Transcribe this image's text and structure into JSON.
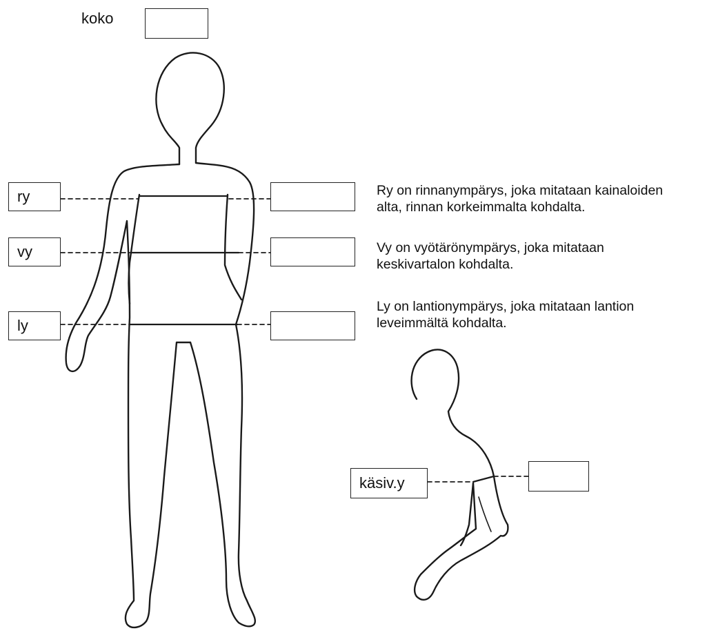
{
  "size_label": "koko",
  "measures": [
    {
      "id": "ry",
      "label": "ry"
    },
    {
      "id": "vy",
      "label": "vy"
    },
    {
      "id": "ly",
      "label": "ly"
    }
  ],
  "arm_measure": {
    "id": "kasivy",
    "label": "käsiv.y"
  },
  "descriptions": [
    {
      "line1": "Ry on rinnanympärys, joka mitataan kainaloiden",
      "line2": "alta, rinnan korkeimmalta kohdalta."
    },
    {
      "line1": "Vy on vyötärönympärys, joka mitataan",
      "line2": "keskivartalon kohdalta."
    },
    {
      "line1": "Ly on lantionympärys, joka mitataan lantion",
      "line2": "leveimmältä kohdalta."
    }
  ],
  "colors": {
    "line": "#1a1a1a",
    "background": "#ffffff"
  }
}
